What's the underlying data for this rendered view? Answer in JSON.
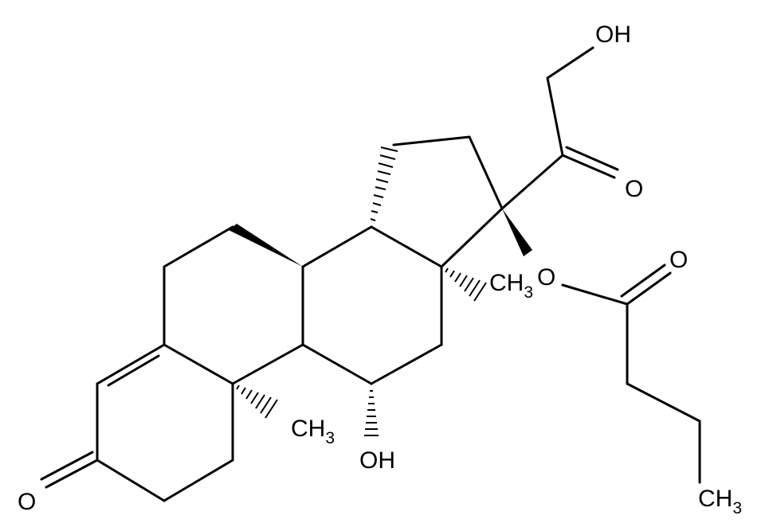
{
  "molecule": {
    "labels": {
      "oh_top": "OH",
      "o_ketone_side": "O",
      "o_ester": "O",
      "o_ester_carbonyl": "O",
      "ch3_c13_main": "CH",
      "ch3_c13_sub": "3",
      "ch3_c10_main": "CH",
      "ch3_c10_sub": "3",
      "oh_c11": "OH",
      "o_c3": "O",
      "ch3_terminal_main": "CH",
      "ch3_terminal_sub": "3"
    },
    "colors": {
      "bond": "#000000",
      "background": "#ffffff"
    }
  }
}
